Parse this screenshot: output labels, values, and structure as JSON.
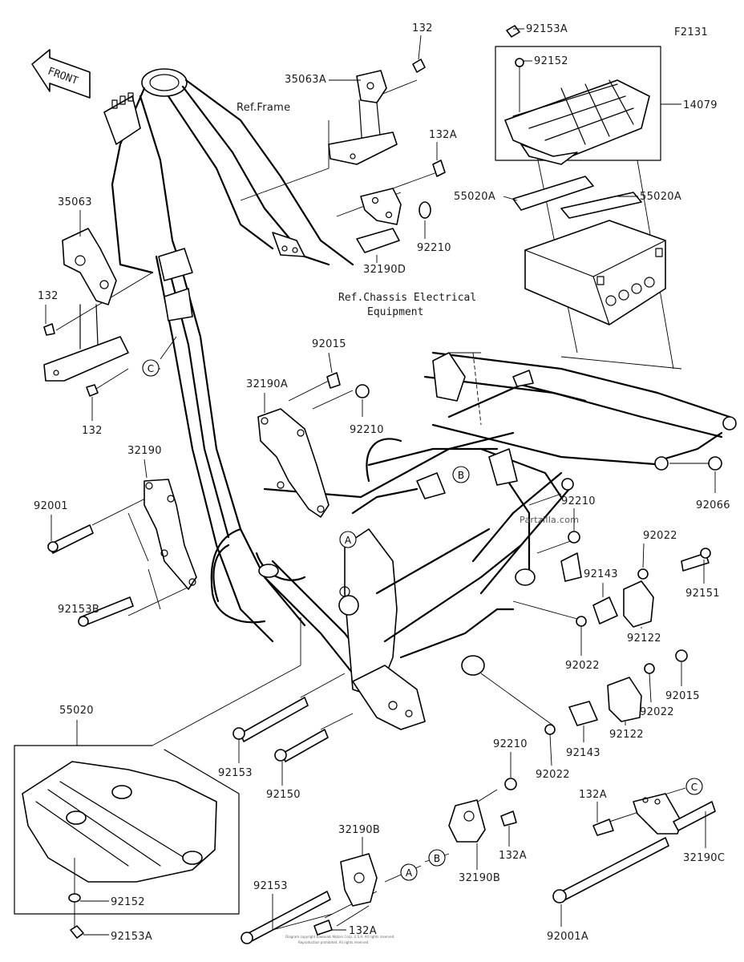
{
  "diagram_code": "F2131",
  "front_arrow_label": "FRONT",
  "ref_frame": "Ref.Frame",
  "ref_chassis_line1": "Ref.Chassis Electrical",
  "ref_chassis_line2": "Equipment",
  "watermark": "Partzilla.com",
  "copyright_line1": "Diagram copyright Kawasaki Motors Corp. U.S.A. All rights reserved.",
  "copyright_line2": "Reproduction prohibited. All rights reserved.",
  "callouts": [
    "A",
    "B",
    "C"
  ],
  "labels": {
    "p132_top": "132",
    "p35063A": "35063A",
    "p92153A_top": "92153A",
    "p92152_top": "92152",
    "p14079": "14079",
    "p132A_top": "132A",
    "p55020A_left": "55020A",
    "p55020A_right": "55020A",
    "p92210_a": "92210",
    "p32190D": "32190D",
    "p35063": "35063",
    "p132_left": "132",
    "p132_bottom": "132",
    "p92015_a": "92015",
    "p32190A": "32190A",
    "p92210_b": "92210",
    "p32190": "32190",
    "p92001": "92001",
    "p92153B": "92153B",
    "p92066": "92066",
    "p92210_c": "92210",
    "p92022_a": "92022",
    "p92143_a": "92143",
    "p92151": "92151",
    "p92122_a": "92122",
    "p92022_b": "92022",
    "p92015_b": "92015",
    "p92022_c": "92022",
    "p92122_b": "92122",
    "p92143_b": "92143",
    "p92022_d": "92022",
    "p55020": "55020",
    "p92153_a": "92153",
    "p92150": "92150",
    "p92210_d": "92210",
    "p132A_mid": "132A",
    "p32190C": "32190C",
    "p32190B_top": "32190B",
    "p32190B_bot": "32190B",
    "p132A_low": "132A",
    "p92152_bot": "92152",
    "p92153A_bot": "92153A",
    "p92153_b": "92153",
    "p132A_bot": "132A",
    "p92001A": "92001A"
  }
}
